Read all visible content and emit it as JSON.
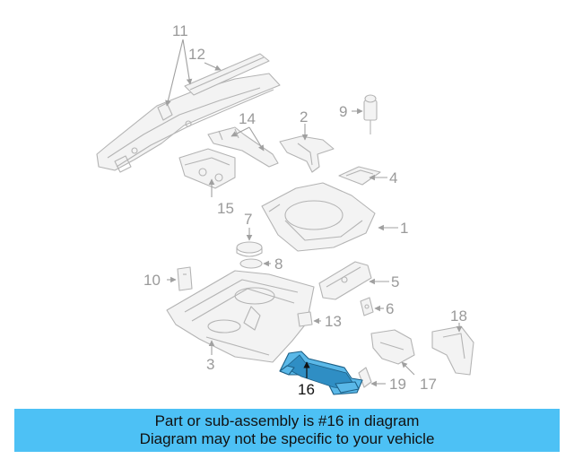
{
  "diagram": {
    "callouts": [
      "1",
      "2",
      "3",
      "4",
      "5",
      "6",
      "7",
      "8",
      "9",
      "10",
      "11",
      "12",
      "13",
      "14",
      "15",
      "16",
      "17",
      "18",
      "19"
    ],
    "highlighted_part": "16",
    "colors": {
      "highlight_fill": "#5ab8e8",
      "highlight_stroke": "#1c5f86",
      "line": "#b4b4b4",
      "callout_text": "#9a9a9a"
    }
  },
  "banner": {
    "line1": "Part or sub-assembly is #16 in diagram",
    "line2": "Diagram may not be specific to your vehicle",
    "color": "#4dc1f5"
  }
}
